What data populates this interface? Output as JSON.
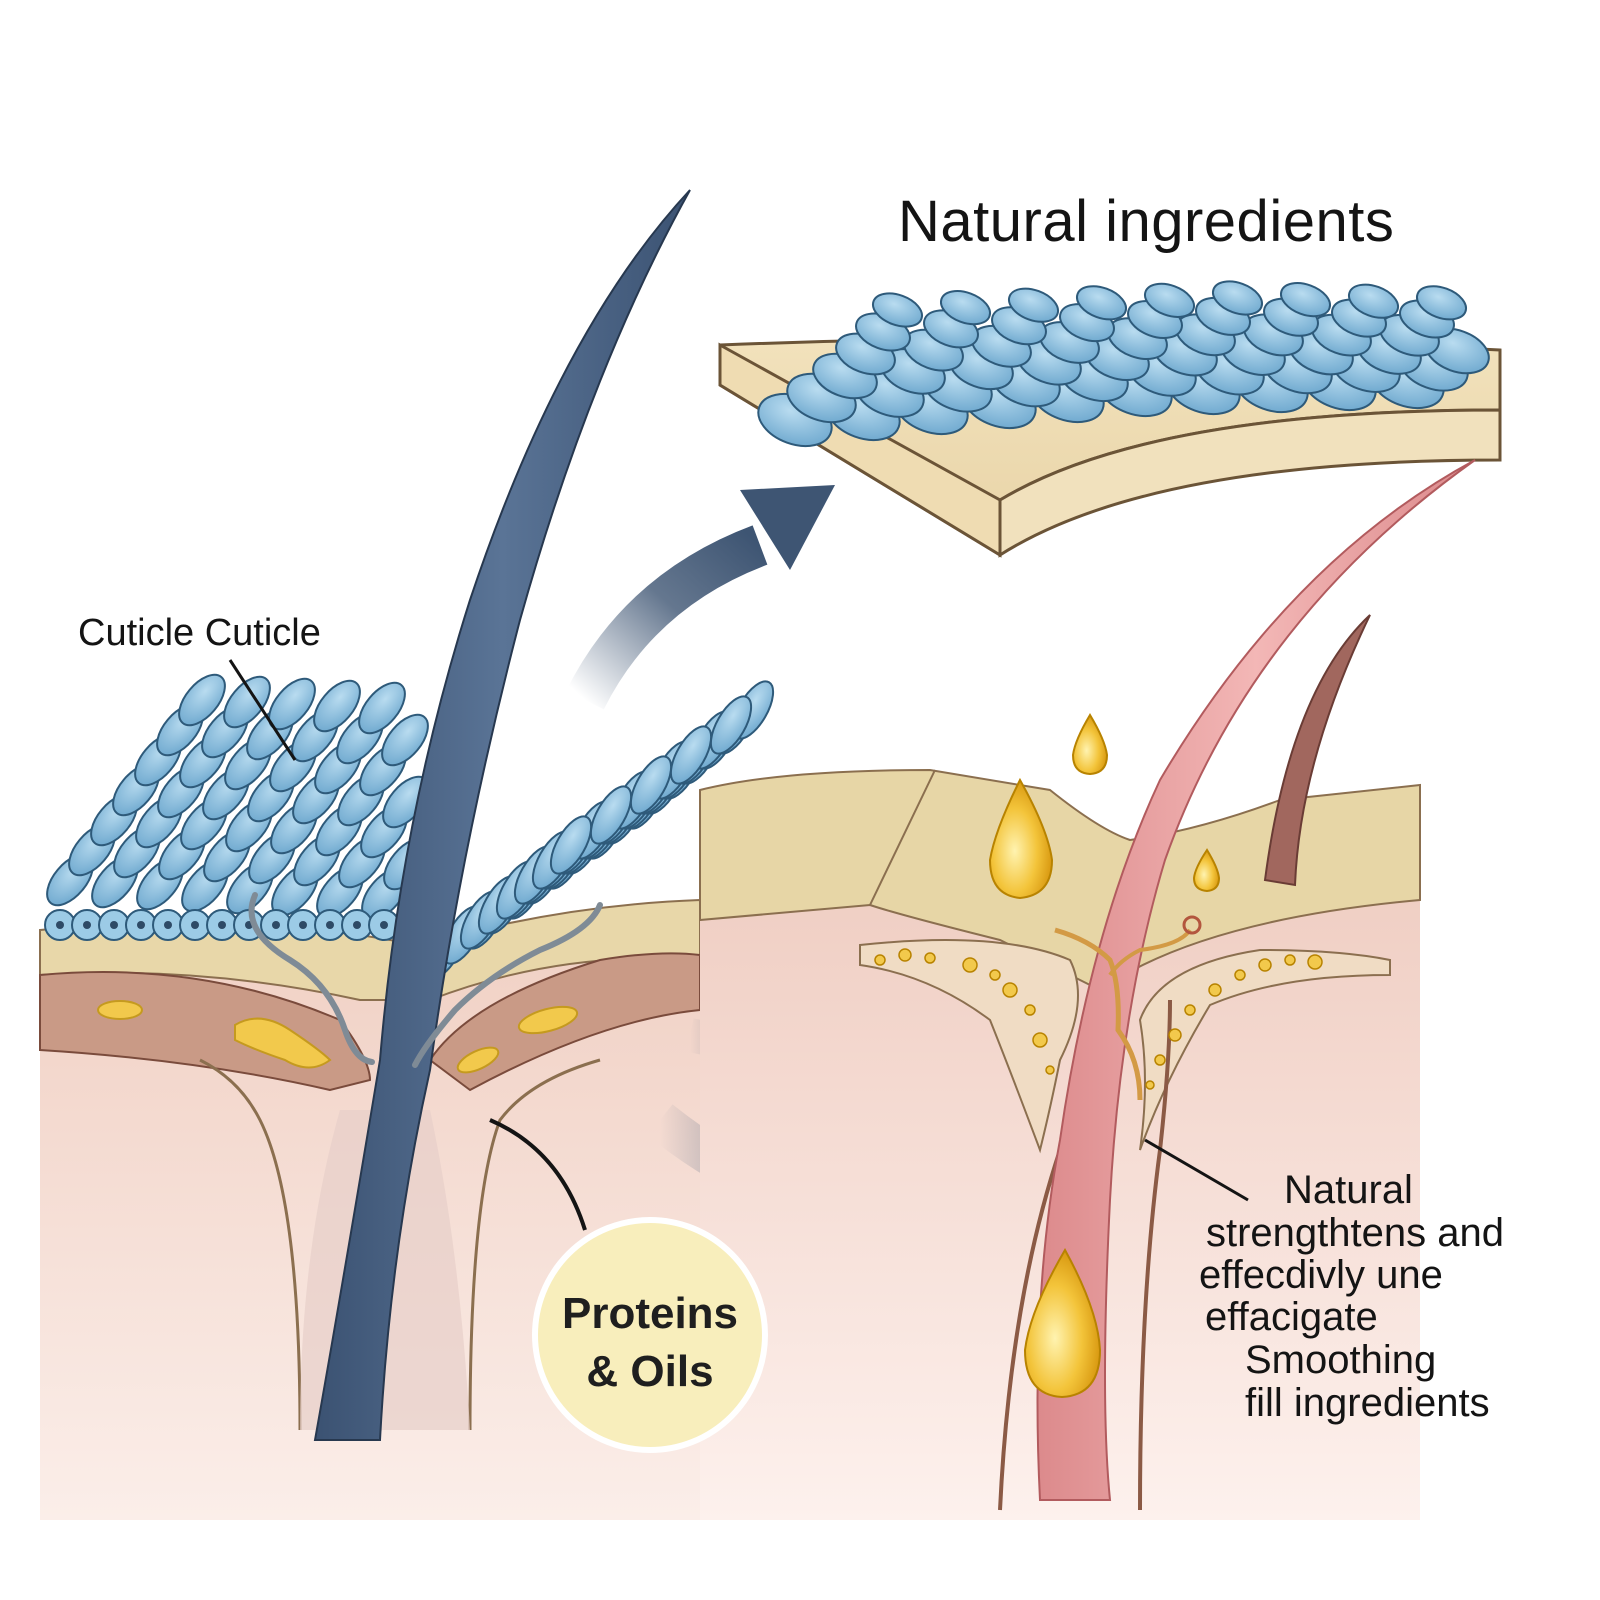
{
  "title": "Natural ingredients",
  "cuticle_label": "Cuticle Cuticle",
  "badge": {
    "line1": "Proteins",
    "line2": "& Oils"
  },
  "caption": {
    "lines": [
      "Natural",
      "strengthtens and",
      "effecdivly une",
      "effacigate",
      "Smoothing",
      "fill ingredients"
    ]
  },
  "colors": {
    "hair_shaft": "#4d6583",
    "cuticle_scale": "#8ec3e3",
    "skin_layer": "#e9dcb0",
    "dermis": "#f3d6cf",
    "oil_drop": "#f2c12e",
    "badge": "#f8eebc",
    "healthy_hair": "#e59a9c",
    "arrow": "#3e5573"
  }
}
